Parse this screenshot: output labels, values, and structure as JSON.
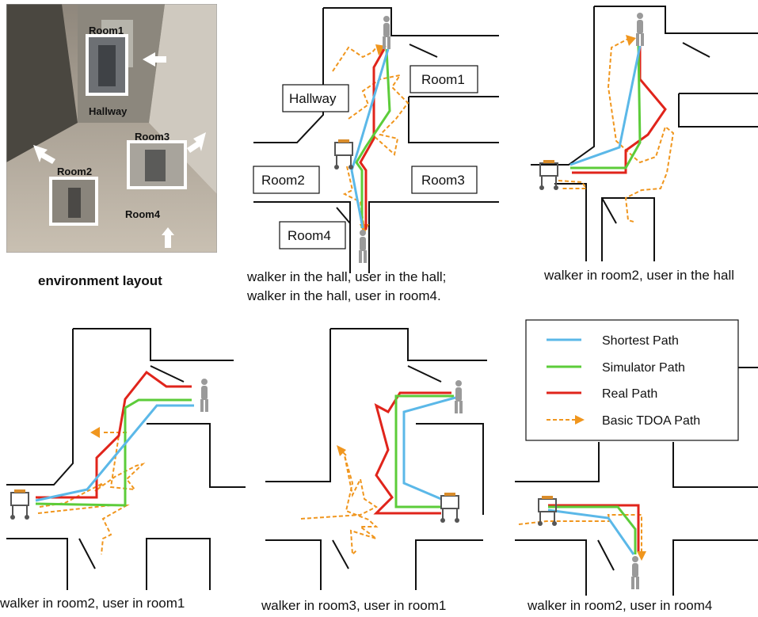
{
  "photo": {
    "labels": {
      "room1": "Room1",
      "hallway": "Hallway",
      "room3": "Room3",
      "room2": "Room2",
      "room4": "Room4"
    }
  },
  "rooms": {
    "room1": "Room1",
    "room2": "Room2",
    "room3": "Room3",
    "room4": "Room4",
    "hallway": "Hallway"
  },
  "captions": {
    "env": "environment layout",
    "p2_line1": "walker in the hall, user in the hall;",
    "p2_line2": "walker in the hall, user in room4.",
    "p3": "walker in room2, user in the hall",
    "p4": "walker in room2, user in room1",
    "p5": "walker in room3, user in room1",
    "p6": "walker in room2, user in room4"
  },
  "legend": {
    "items": [
      {
        "label": "Shortest Path",
        "color": "#5bb8e8",
        "style": "solid"
      },
      {
        "label": "Simulator Path",
        "color": "#5ccc3a",
        "style": "solid"
      },
      {
        "label": "Real Path",
        "color": "#e0241b",
        "style": "solid"
      },
      {
        "label": "Basic TDOA Path",
        "color": "#f0961e",
        "style": "dashed-arrow"
      }
    ]
  },
  "colors": {
    "shortest": "#5bb8e8",
    "simulator": "#5ccc3a",
    "real": "#e0241b",
    "tdoa": "#f0961e",
    "wall": "#111111",
    "person": "#9a9a9a"
  }
}
